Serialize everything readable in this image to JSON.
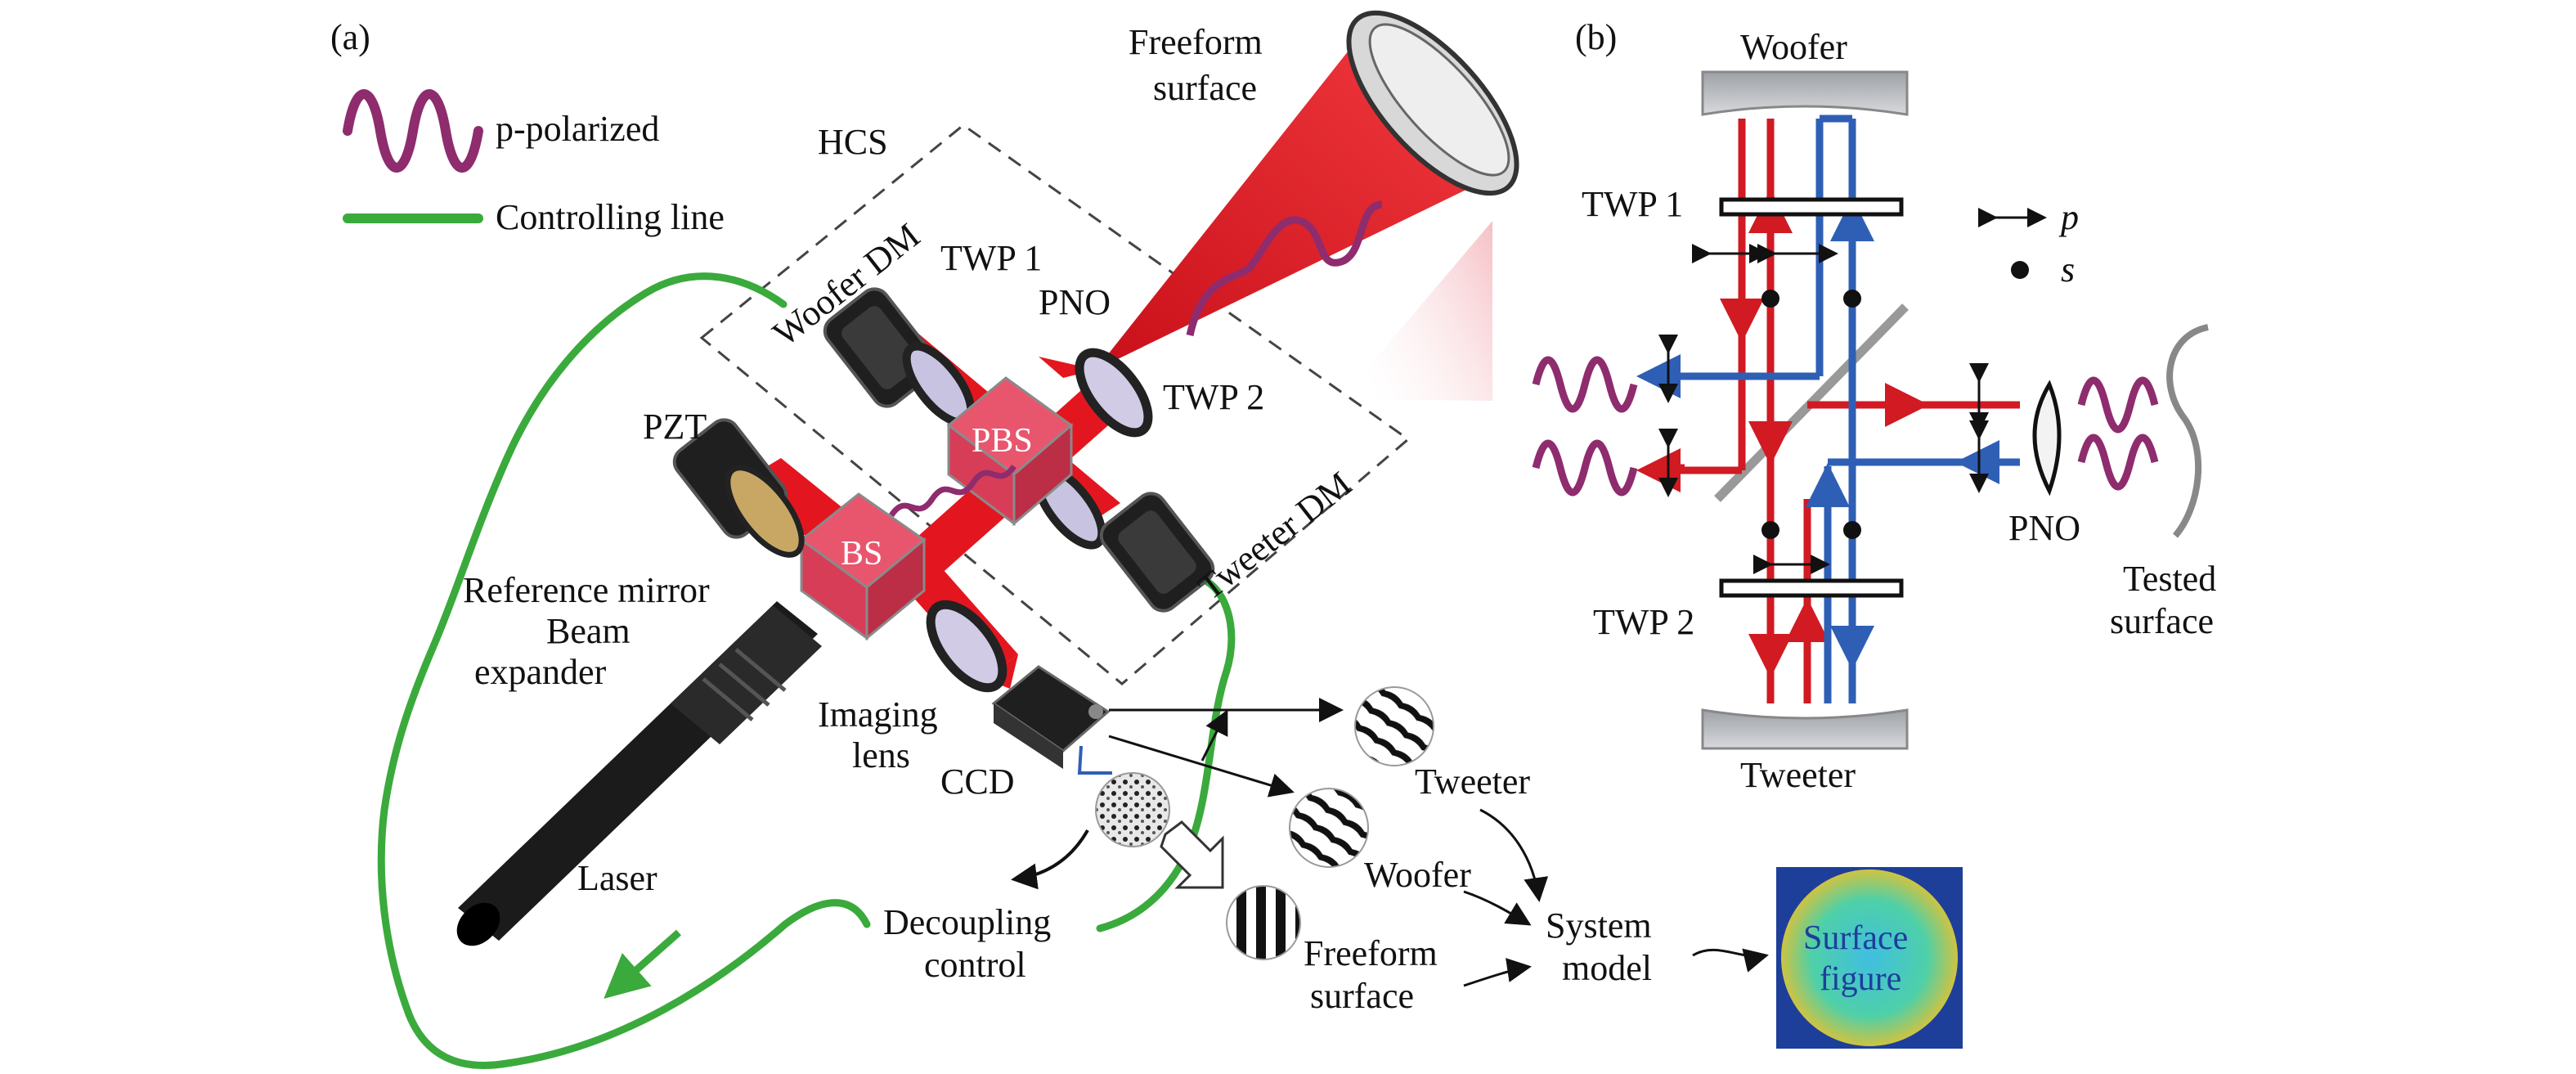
{
  "panel_a": {
    "tag": "(a)",
    "legend": {
      "polarized_label": "p-polarized",
      "control_label": "Controlling line"
    },
    "labels": {
      "hcs": "HCS",
      "freeform_line1": "Freeform",
      "freeform_line2": "surface",
      "woofer_dm": "Woofer DM",
      "twp1": "TWP 1",
      "pno": "PNO",
      "twp2": "TWP 2",
      "pbs": "PBS",
      "bs": "BS",
      "pzt": "PZT",
      "tweeter_dm": "Tweeter DM",
      "reference_mirror": "Reference mirror",
      "beam_line1": "Beam",
      "beam_line2": "expander",
      "imaging_line1": "Imaging",
      "imaging_line2": "lens",
      "ccd": "CCD",
      "laser": "Laser",
      "decoupling_line1": "Decoupling",
      "decoupling_line2": "control",
      "tweeter": "Tweeter",
      "woofer": "Woofer",
      "freeform2_line1": "Freeform",
      "freeform2_line2": "surface",
      "system_line1": "System",
      "system_line2": "model",
      "surface_line1": "Surface",
      "surface_line2": "figure"
    }
  },
  "panel_b": {
    "tag": "(b)",
    "labels": {
      "woofer": "Woofer",
      "twp1": "TWP 1",
      "p": "p",
      "s": "s",
      "pno": "PNO",
      "tested_line1": "Tested",
      "tested_line2": "surface",
      "twp2": "TWP 2",
      "tweeter": "Tweeter"
    }
  },
  "colors": {
    "beam_red": "#e3161f",
    "beam_blue": "#2f5fb5",
    "wave_purple": "#8e2c6e",
    "control_green": "#3aaa3c",
    "cube_pink": "#e8566e"
  }
}
